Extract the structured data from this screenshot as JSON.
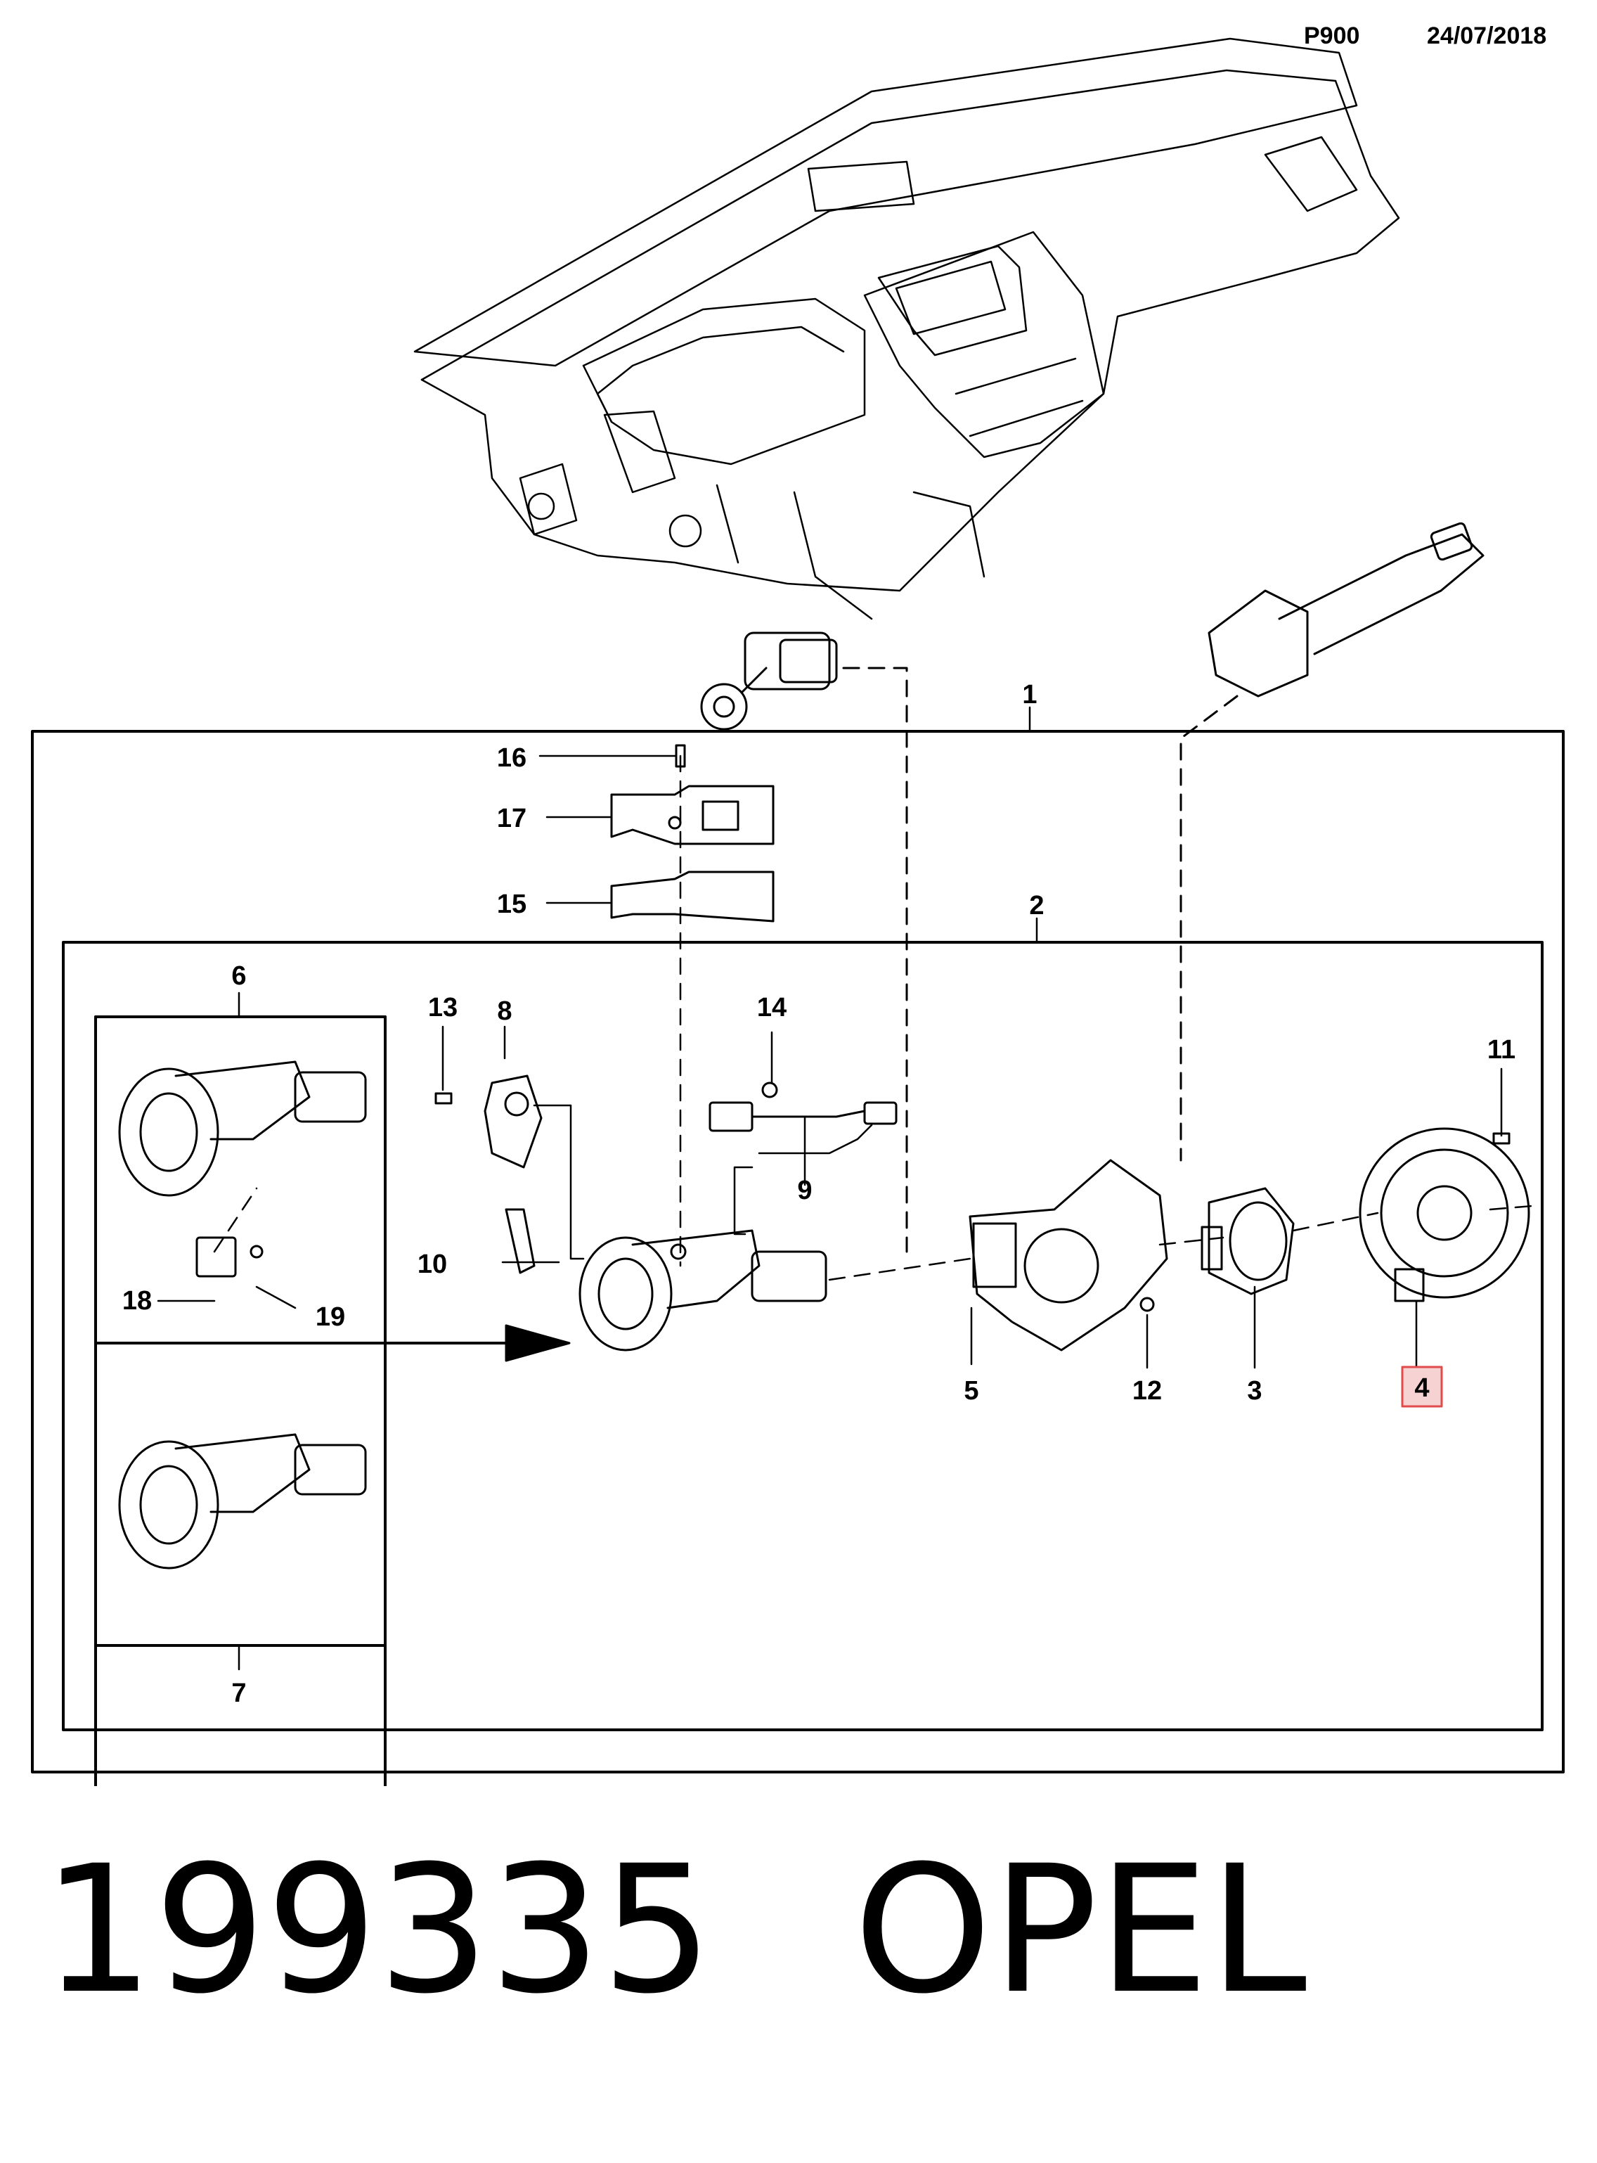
{
  "header": {
    "code": "P900",
    "date": "24/07/2018"
  },
  "callouts": [
    "1",
    "2",
    "3",
    "4",
    "5",
    "6",
    "7",
    "8",
    "9",
    "10",
    "11",
    "12",
    "13",
    "14",
    "15",
    "16",
    "17",
    "18",
    "19"
  ],
  "highlighted_callout": "4",
  "highlight_color": "#e24b4b",
  "footer": {
    "number": "199335",
    "brand": "OPEL"
  }
}
